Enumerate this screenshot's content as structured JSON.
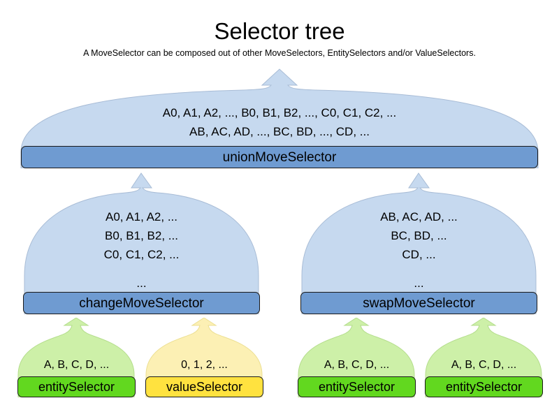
{
  "header": {
    "title": "Selector tree",
    "subtitle": "A MoveSelector can be composed out of other MoveSelectors, EntitySelectors and/or ValueSelectors."
  },
  "colors": {
    "balloon_blue": "#c6d9ef",
    "bar_blue": "#6f9bd1",
    "balloon_green": "#cdf0a8",
    "bar_green": "#62d81f",
    "balloon_yellow": "#fcf0b4",
    "bar_yellow": "#ffe23f",
    "outline": "#1a1a1a",
    "balloon_outline": "#a8bcd6",
    "text": "#000000",
    "background": "#ffffff"
  },
  "nodes": {
    "union": {
      "label": "unionMoveSelector",
      "lines": [
        "A0, A1, A2, ..., B0, B1, B2, ..., C0, C1, C2, ...",
        "AB, AC, AD, ..., BC, BD, ..., CD, ..."
      ]
    },
    "change": {
      "label": "changeMoveSelector",
      "lines": [
        "A0, A1, A2, ...",
        "B0, B1, B2, ...",
        "C0, C1, C2, ...",
        "..."
      ]
    },
    "swap": {
      "label": "swapMoveSelector",
      "lines": [
        "AB, AC, AD, ...",
        "BC, BD, ...",
        "CD, ...",
        "..."
      ]
    },
    "entity_left": {
      "label": "entitySelector",
      "lines": [
        "A, B, C, D, ..."
      ]
    },
    "value_left": {
      "label": "valueSelector",
      "lines": [
        "0, 1, 2, ..."
      ]
    },
    "entity_right_1": {
      "label": "entitySelector",
      "lines": [
        "A, B, C, D, ..."
      ]
    },
    "entity_right_2": {
      "label": "entitySelector",
      "lines": [
        "A, B, C, D, ..."
      ]
    }
  }
}
